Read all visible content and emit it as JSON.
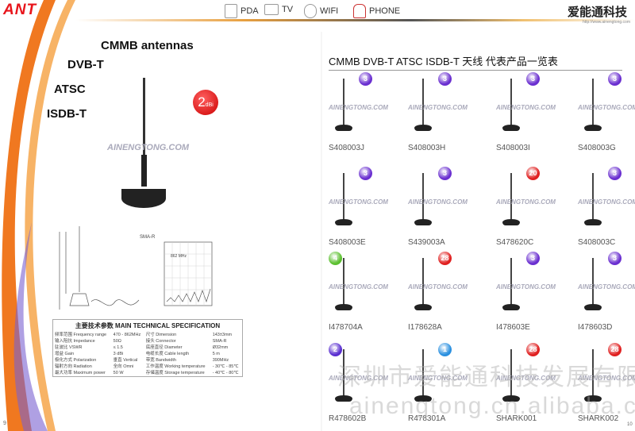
{
  "header": {
    "logo": "ANT",
    "nav": [
      {
        "icon": "pda-icon",
        "label": "PDA"
      },
      {
        "icon": "tv-icon",
        "label": "TV"
      },
      {
        "icon": "wifi-mouse-icon",
        "label": "WIFI"
      },
      {
        "icon": "phone-icon",
        "label": "PHONE"
      }
    ],
    "brand": "爱能通科技",
    "url": "http://www.ainengtong.com"
  },
  "left": {
    "keywords": [
      "CMMB antennas",
      "DVB-T",
      "ATSC",
      "ISDB-T"
    ],
    "gain_badge": "2",
    "gain_unit": "dBi",
    "watermark": "AINENGTONG.COM",
    "drawing_label": "SMA-R",
    "chart_label": "862 MHz",
    "spec": {
      "title": "主要技术参数 MAIN TECHNICAL SPECIFICATION",
      "rows": [
        [
          "频率范围 Frequency range",
          "470 - 862MHz",
          "尺寸 Dimension",
          "143±3mm"
        ],
        [
          "输入阻抗 Impedance",
          "50Ω",
          "接头 Connector",
          "SMA-R"
        ],
        [
          "驻波比 VSWR",
          "≤ 1.5",
          "底座直径 Diameter",
          "Ø32mm"
        ],
        [
          "增益 Gain",
          "3 dBi",
          "电缆长度 Cable length",
          "5 m"
        ],
        [
          "极化方式 Polarization",
          "垂直 Vertical",
          "带宽 Bandwidth",
          "390MHz"
        ],
        [
          "辐射方向 Radiation",
          "全向 Omni",
          "工作温度 Working temperature",
          "- 30℃ - 85℃"
        ],
        [
          "最大功率 Maximum power",
          "50 W",
          "存储温度 Storage temperature",
          "- 40℃ - 80℃"
        ]
      ]
    },
    "page_number": "9"
  },
  "right": {
    "title": "CMMB  DVB-T  ATSC  ISDB-T  天线 代表产品一览表",
    "page_number": "10",
    "watermark_cn": "深圳市爱能通科技发展有限公司",
    "watermark_en": "ainengtong.cn.alibaba.com",
    "products": [
      {
        "model": "S408003J",
        "badge": "3",
        "color": "#6a2fd0"
      },
      {
        "model": "S408003H",
        "badge": "3",
        "color": "#6a2fd0"
      },
      {
        "model": "S408003I",
        "badge": "3",
        "color": "#6a2fd0"
      },
      {
        "model": "S408003G",
        "badge": "3",
        "color": "#6a2fd0"
      },
      {
        "model": "S408003E",
        "badge": "3",
        "color": "#6a2fd0"
      },
      {
        "model": "S439003A",
        "badge": "3",
        "color": "#6a2fd0"
      },
      {
        "model": "S478620C",
        "badge": "20",
        "color": "#e02020"
      },
      {
        "model": "S408003C",
        "badge": "3",
        "color": "#6a2fd0"
      },
      {
        "model": "I478704A",
        "badge": "4",
        "color": "#5cc030"
      },
      {
        "model": "I178628A",
        "badge": "28",
        "color": "#e02020"
      },
      {
        "model": "I478603E",
        "badge": "3",
        "color": "#6a2fd0"
      },
      {
        "model": "I478603D",
        "badge": "3",
        "color": "#6a2fd0"
      },
      {
        "model": "R478602B",
        "badge": "2",
        "color": "#5a2fd0"
      },
      {
        "model": "R478301A",
        "badge": "1",
        "color": "#2a90e0"
      },
      {
        "model": "SHARK001",
        "badge": "28",
        "color": "#e02020"
      },
      {
        "model": "SHARK002",
        "badge": "28",
        "color": "#e02020"
      }
    ]
  }
}
